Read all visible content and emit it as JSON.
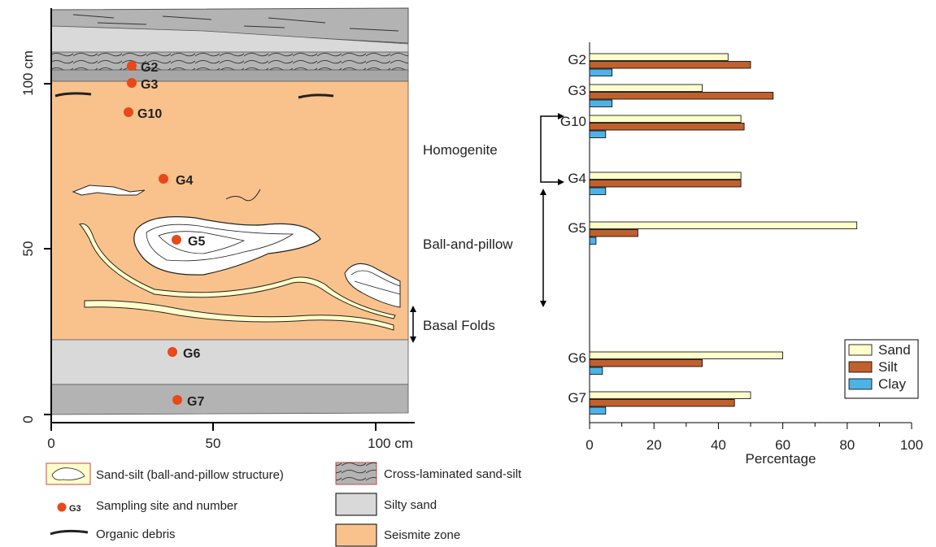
{
  "section": {
    "axis_y_ticks": [
      "0",
      "50",
      "100 cm"
    ],
    "axis_x_ticks": [
      "0",
      "50",
      "100 cm"
    ],
    "sample_labels": [
      "G2",
      "G3",
      "G10",
      "G4",
      "G5",
      "G6",
      "G7"
    ],
    "zone_labels": {
      "homogenite": "Homogenite",
      "ball_pillow": "Ball-and-pillow",
      "basal": "Basal Folds"
    }
  },
  "legend": {
    "sand_silt": "Sand-silt (ball-and-pillow structure)",
    "cross_laminated": "Cross-laminated sand-silt",
    "sampling": "Sampling site and number",
    "sampling_example": "G3",
    "silty_sand": "Silty sand",
    "organic": "Organic debris",
    "seismite": "Seismite zone"
  },
  "colors": {
    "sand": "#FFFFCC",
    "silt": "#C0602D",
    "clay": "#4DB3E6",
    "seismite": "#F9C28C",
    "silty_sand": "#D9D9D9",
    "cross_laminated": "#B3B3B3",
    "sample_dot": "#E8481A"
  },
  "chart_data": {
    "type": "bar",
    "orientation": "horizontal",
    "categories": [
      "G2",
      "G3",
      "G10",
      "G4",
      "G5",
      "G6",
      "G7"
    ],
    "series": [
      {
        "name": "Sand",
        "values": [
          43,
          35,
          47,
          47,
          83,
          60,
          50
        ]
      },
      {
        "name": "Silt",
        "values": [
          50,
          57,
          48,
          47,
          15,
          35,
          45
        ]
      },
      {
        "name": "Clay",
        "values": [
          7,
          7,
          5,
          5,
          2,
          4,
          5
        ]
      }
    ],
    "xlabel": "Percentage",
    "xlim": [
      0,
      100
    ],
    "xticks": [
      "0",
      "20",
      "40",
      "60",
      "80",
      "100"
    ],
    "legend_position": "bottom-right"
  }
}
